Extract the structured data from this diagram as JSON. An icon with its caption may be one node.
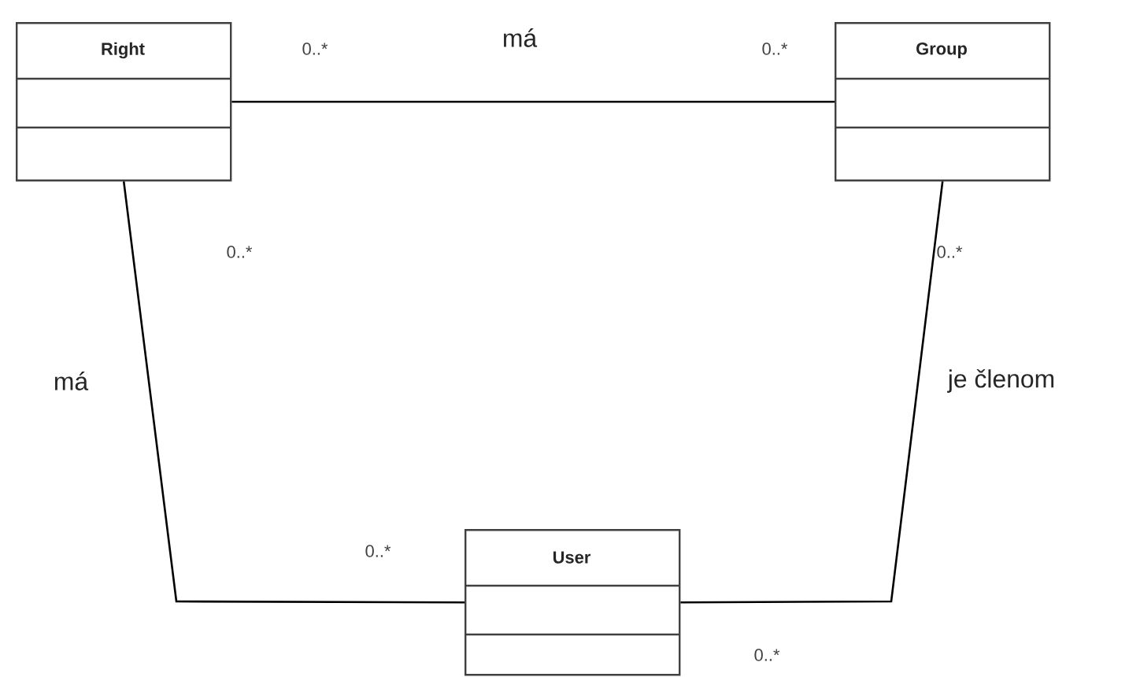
{
  "diagram": {
    "nodes": [
      {
        "text": [
          "Right"
        ]
      },
      {
        "text": [
          "Group"
        ]
      },
      {
        "text": [
          "User"
        ]
      }
    ],
    "edges": [
      {
        "from": 0,
        "to": 1,
        "arrow": "none",
        "label": "má"
      },
      {
        "from": 0,
        "to": 2,
        "arrow": "none",
        "label": "má"
      },
      {
        "from": 1,
        "to": 2,
        "arrow": "none",
        "label": "je členom"
      }
    ],
    "labels": [
      "0..*",
      "0..*",
      "0..*",
      "0..*",
      "0..*",
      "0..*"
    ]
  }
}
